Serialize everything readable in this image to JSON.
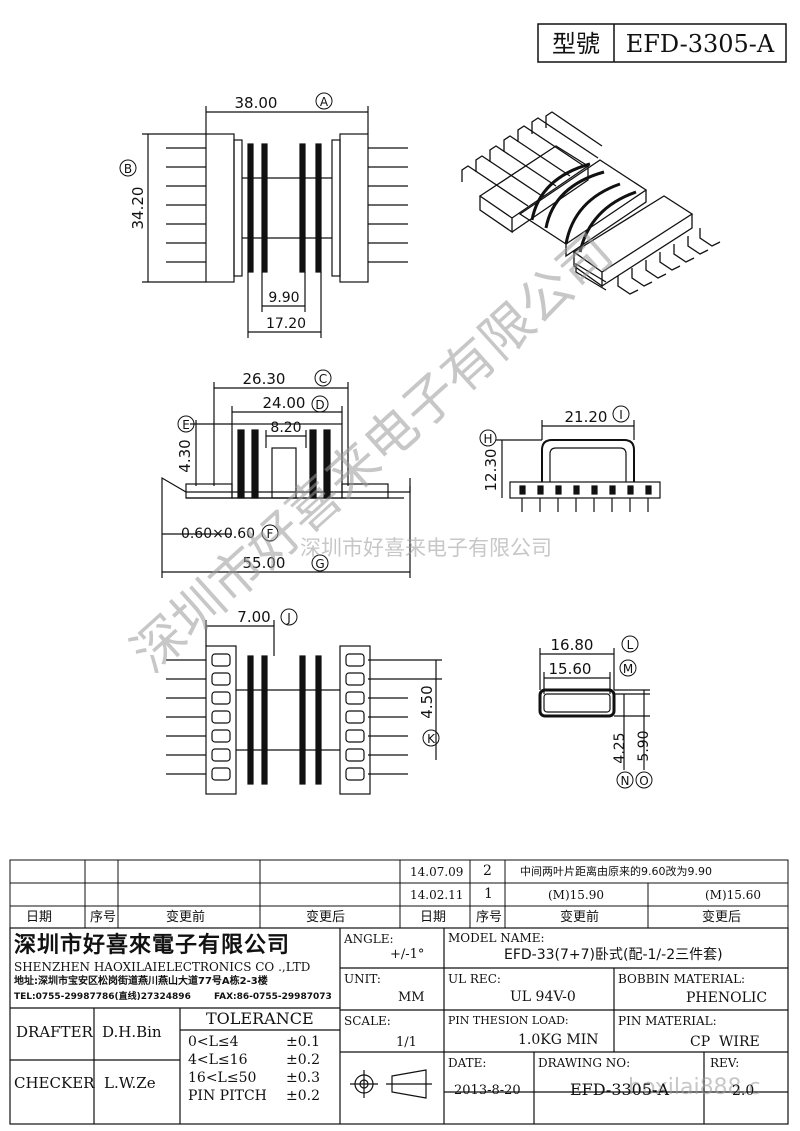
{
  "header": {
    "model_label": "型號",
    "model": "EFD-3305-A"
  },
  "dims": {
    "a": "38.00",
    "a_tag": "A",
    "b": "34.20",
    "b_tag": "B",
    "w1": "9.90",
    "w2": "17.20",
    "c": "26.30",
    "c_tag": "C",
    "d": "24.00",
    "d_tag": "D",
    "e": "4.30",
    "e_tag": "E",
    "s": "8.20",
    "f": "0.60×0.60",
    "f_tag": "F",
    "g": "55.00",
    "g_tag": "G",
    "i": "21.20",
    "i_tag": "I",
    "h": "12.30",
    "h_tag": "H",
    "j": "7.00",
    "j_tag": "J",
    "k": "4.50",
    "k_tag": "K",
    "l": "16.80",
    "l_tag": "L",
    "m": "15.60",
    "m_tag": "M",
    "n": "4.25",
    "n_tag": "N",
    "o": "5.90",
    "o_tag": "O"
  },
  "watermark": {
    "diag": "深圳市好喜来电子有限公司",
    "line": "深圳市好喜来电子有限公司",
    "url": "hoxilai888.c"
  },
  "revisions": [
    {
      "date": "14.07.09",
      "no": "2",
      "before": "中间两叶片距离由原来的9.60改为9.90",
      "after": ""
    },
    {
      "date": "14.02.11",
      "no": "1",
      "before": "(M)15.90",
      "after": "(M)15.60"
    }
  ],
  "rev_headers": {
    "date": "日期",
    "no": "序号",
    "before": "变更前",
    "after": "变更后"
  },
  "company": {
    "name_cn": "深圳市好喜來電子有限公司",
    "name_en": "SHENZHEN HAOXILAIELECTRONICS CO .,LTD",
    "address": "地址:深圳市宝安区松岗街道燕川燕山大道77号A栋2-3楼",
    "tel": "TEL:0755-29987786(直线)27324896",
    "fax": "FAX:86-0755-29987073"
  },
  "people": {
    "drafter_label": "DRAFTER",
    "drafter": "D.H.Bin",
    "checker_label": "CHECKER",
    "checker": "L.W.Ze"
  },
  "tolerance": {
    "title": "TOLERANCE",
    "rows": [
      {
        "range": "0<L≤4",
        "tol": "±0.1"
      },
      {
        "range": "4<L≤16",
        "tol": "±0.2"
      },
      {
        "range": "16<L≤50",
        "tol": "±0.3"
      },
      {
        "range": "PIN PITCH",
        "tol": "±0.2"
      }
    ]
  },
  "spec": {
    "angle_label": "ANGLE:",
    "angle": "+/-1°",
    "unit_label": "UNIT:",
    "unit": "MM",
    "scale_label": "SCALE:",
    "scale": "1/1",
    "model_name_label": "MODEL NAME:",
    "model_name": "EFD-33(7+7)卧式(配-1/-2三件套)",
    "ul_label": "UL REC:",
    "ul": "UL 94V-0",
    "bobbin_label": "BOBBIN MATERIAL:",
    "bobbin": "PHENOLIC",
    "load_label": "PIN THESION LOAD:",
    "load": "1.0KG MIN",
    "pin_label": "PIN MATERIAL:",
    "pin": "CP  WIRE",
    "date_label": "DATE:",
    "date": "2013-8-20",
    "drawing_label": "DRAWING NO:",
    "drawing": "EFD-3305-A",
    "rev_label": "REV:",
    "rev": "2.0"
  }
}
